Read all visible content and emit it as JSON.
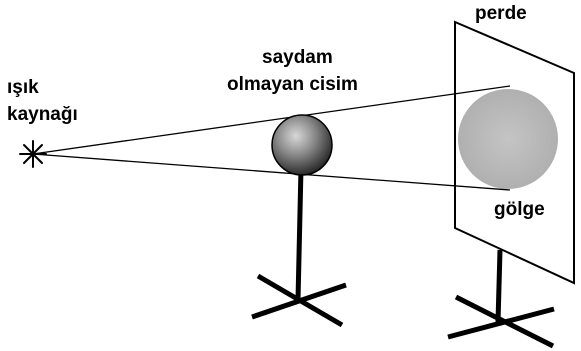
{
  "labels": {
    "light_source_line1": "ışık",
    "light_source_line2": "kaynağı",
    "object_line1": "saydam",
    "object_line2": "olmayan cisim",
    "screen": "perde",
    "shadow": "gölge"
  },
  "colors": {
    "line": "#000000",
    "shadow_gray": "#b8b8b8",
    "sphere_dark": "#2a2a2a",
    "sphere_light": "#cfcfcf"
  },
  "icons": {
    "light_source": "star-icon"
  }
}
